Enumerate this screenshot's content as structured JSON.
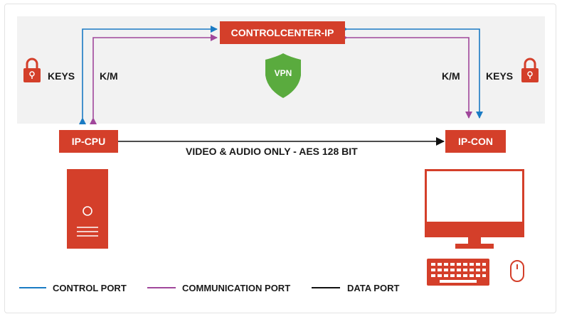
{
  "nodes": {
    "controlcenter": "CONTROLCENTER-IP",
    "cpu": "IP-CPU",
    "con": "IP-CON",
    "vpn": "VPN"
  },
  "labels": {
    "keys_left": "KEYS",
    "km_left": "K/M",
    "km_right": "K/M",
    "keys_right": "KEYS",
    "data_link": "VIDEO & AUDIO ONLY - AES 128 BIT"
  },
  "legend": [
    {
      "label": "CONTROL PORT",
      "color": "#1a7bc4"
    },
    {
      "label": "COMMUNICATION PORT",
      "color": "#a0479b"
    },
    {
      "label": "DATA PORT",
      "color": "#111111"
    }
  ],
  "colors": {
    "accent_red": "#d43f2a",
    "vpn_green": "#5aab3e",
    "control_blue": "#1a7bc4",
    "communication_purple": "#a0479b",
    "data_black": "#111111"
  },
  "icons": {
    "lock_left": "padlock-icon",
    "lock_right": "padlock-icon",
    "vpn": "shield-icon",
    "computer": "pc-tower-icon",
    "monitor": "monitor-icon",
    "keyboard": "keyboard-icon",
    "mouse": "mouse-icon"
  }
}
